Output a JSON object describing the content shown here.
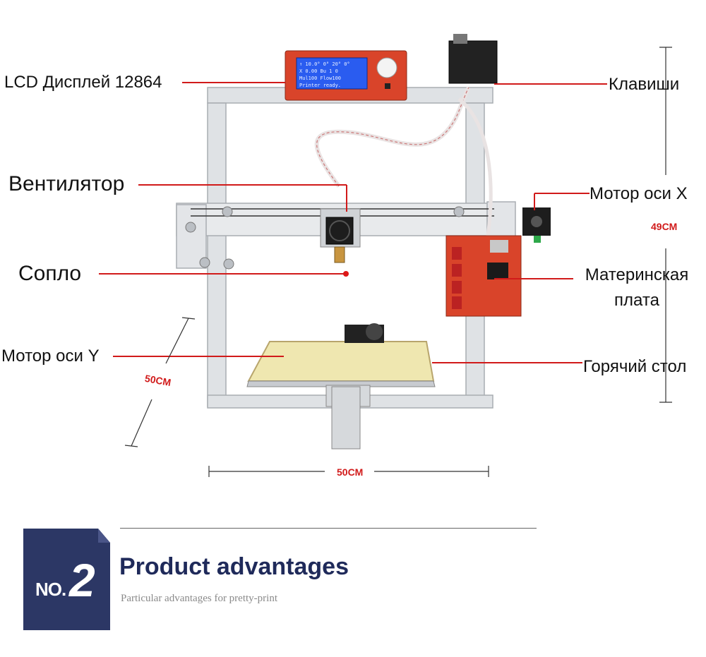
{
  "callouts": {
    "lcd": "LCD Дисплей 12864",
    "keys": "Клавиши",
    "fan": "Вентилятор",
    "motor_x": "Мотор оси X",
    "nozzle": "Сопло",
    "board_line1": "Материнская",
    "board_line2": "плата",
    "motor_y": "Мотор оси Y",
    "hotbed": "Горячий стол"
  },
  "dimensions": {
    "height": "49CM",
    "depth": "50CM",
    "width": "50CM"
  },
  "lcd_screen": {
    "line1": "↑ 10.0°  0° 20°  0°",
    "line2": "X  0.00  Bu 1 0",
    "line3": "Mul100   Flow100",
    "line4": "Printer ready."
  },
  "section": {
    "badge_no": "NO.",
    "badge_number": "2",
    "title": "Product advantages",
    "subtitle": "Particular advantages for pretty-print"
  },
  "colors": {
    "callout_line": "#d11a1a",
    "dimension_text": "#d11a1a",
    "badge_bg": "#2c3765",
    "title": "#1f2a5a",
    "frame": "#d9dcdf",
    "lcd_panel": "#d9442a",
    "lcd_screen": "#2a5cf0",
    "bed": "#efe7b0"
  }
}
